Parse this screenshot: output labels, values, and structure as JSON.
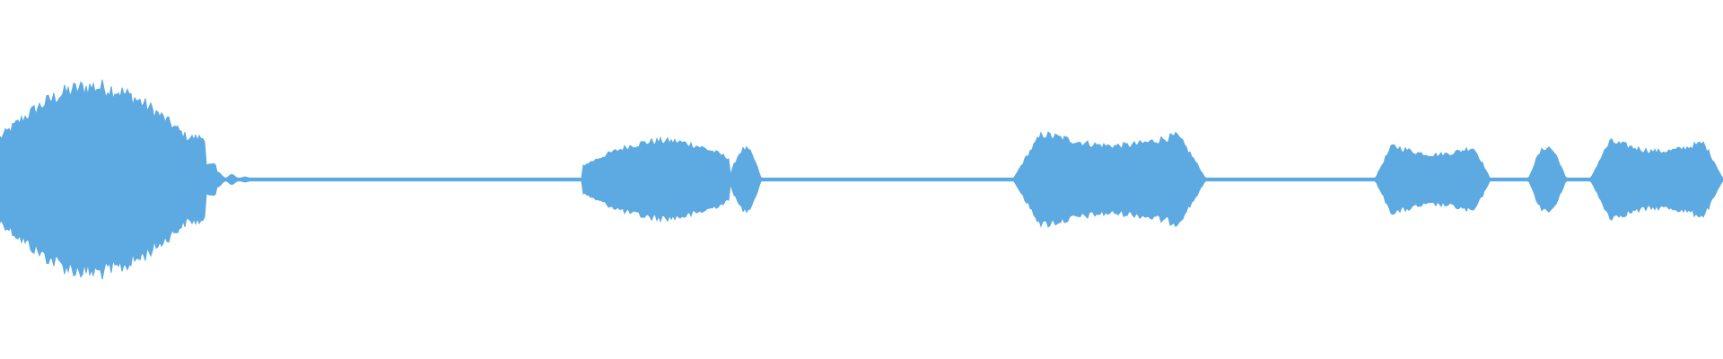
{
  "waveform": {
    "color": "#5DAAE2",
    "background": "#ffffff",
    "normalized_duration": 1.0,
    "segments": [
      {
        "start": 0.0,
        "end": 0.125,
        "peak": 0.58,
        "shape": "spindle"
      },
      {
        "start": 0.125,
        "end": 0.15,
        "peak": 0.05,
        "shape": "fade"
      },
      {
        "start": 0.338,
        "end": 0.423,
        "peak": 0.24,
        "shape": "swell"
      },
      {
        "start": 0.423,
        "end": 0.442,
        "peak": 0.19,
        "shape": "bump"
      },
      {
        "start": 0.588,
        "end": 0.7,
        "peak": 0.3,
        "shape": "plateau"
      },
      {
        "start": 0.798,
        "end": 0.865,
        "peak": 0.22,
        "shape": "plateau"
      },
      {
        "start": 0.887,
        "end": 0.909,
        "peak": 0.2,
        "shape": "bump"
      },
      {
        "start": 0.923,
        "end": 1.0,
        "peak": 0.25,
        "shape": "plateau"
      }
    ],
    "silence_level": 0.008
  }
}
